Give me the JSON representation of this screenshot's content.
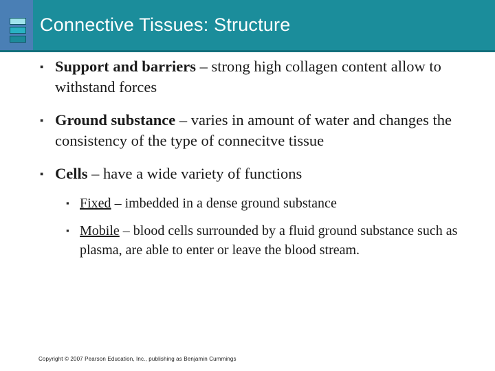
{
  "header": {
    "title": "Connective Tissues: Structure",
    "icon_name": "stacked-bars-icon",
    "teal": "#1b8d9b",
    "teal_dark": "#13707c",
    "panel_blue": "#4a7fb5",
    "bar_colors": [
      "#9fe3ec",
      "#28b2c2",
      "#1c8a99"
    ]
  },
  "body": {
    "bullet_glyph": "▪",
    "bullets": [
      {
        "level": 1,
        "lead": "Support and barriers",
        "lead_style": "bold",
        "rest": " – strong high collagen content allow to withstand forces"
      },
      {
        "level": 1,
        "lead": "Ground substance",
        "lead_style": "bold",
        "rest": " – varies in amount of water and changes the consistency of the type of connecitve tissue"
      },
      {
        "level": 1,
        "lead": "Cells",
        "lead_style": "bold",
        "rest": " – have a wide variety of functions"
      },
      {
        "level": 2,
        "lead": "Fixed",
        "lead_style": "underline",
        "rest": " – imbedded in a dense ground substance"
      },
      {
        "level": 2,
        "lead": "Mobile",
        "lead_style": "underline",
        "rest": " – blood cells surrounded by a fluid ground substance such as plasma, are able to enter or leave the blood stream."
      }
    ]
  },
  "footer": {
    "copyright": "Copyright © 2007 Pearson Education, Inc., publishing as Benjamin Cummings"
  }
}
